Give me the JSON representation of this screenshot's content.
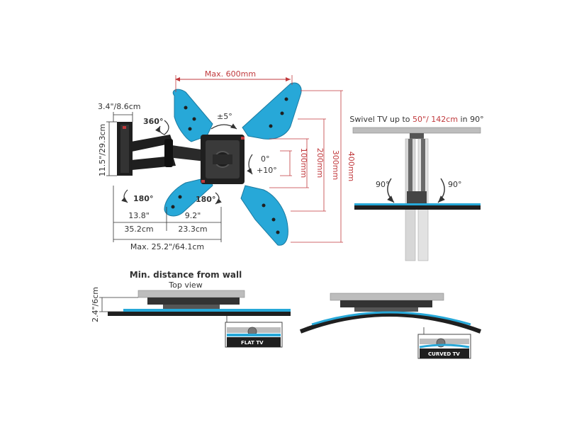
{
  "colors": {
    "accent_blue": "#27a8d8",
    "dim_red": "#c0393c",
    "mount_black": "#1f1f1f",
    "ceiling_gray": "#bdbdbd"
  },
  "labels": {
    "max_600": "Max. 600mm",
    "pm5": "±5°",
    "rot360": "360°",
    "left_180": "180°",
    "mid_180": "180°",
    "tilt0": "0°",
    "tilt_plus10": "+10°",
    "dim_100": "100mm",
    "dim_200": "200mm",
    "dim_300": "300mm",
    "dim_400": "400mm",
    "depth_top": "3.4\"/8.6cm",
    "height_side": "11.5\"/29.3cm",
    "arm_13_8": "13.8\"",
    "arm_35_2": "35.2cm",
    "arm_9_2": "9.2\"",
    "arm_23_3": "23.3cm",
    "max_reach": "Max. 25.2\"/64.1cm"
  },
  "swivel": {
    "title_pre": "Swivel TV up to ",
    "title_red": "50\"/ 142cm",
    "title_post": " in 90°",
    "left_deg": "90°",
    "right_deg": "90°"
  },
  "min_distance": {
    "title": "Min. distance from wall",
    "subtitle": "Top view",
    "depth": "2.4\"/6cm",
    "flat_label": "FLAT TV",
    "curved_label": "CURVED TV"
  }
}
